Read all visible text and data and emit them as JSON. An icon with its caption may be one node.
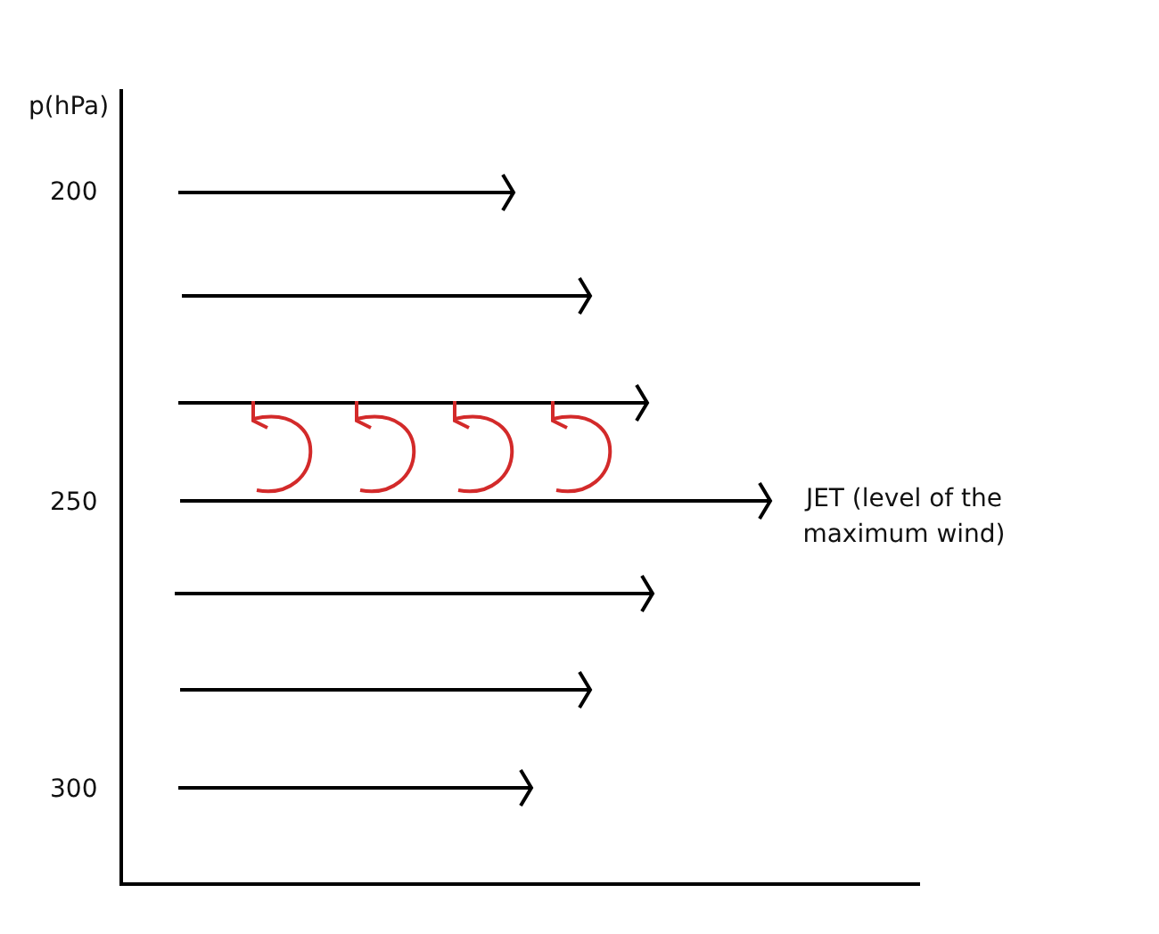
{
  "diagram": {
    "labels": [
      "p(hPa)",
      "200",
      "250",
      "300",
      "JET (level of the maximum wind)"
    ]
  }
}
